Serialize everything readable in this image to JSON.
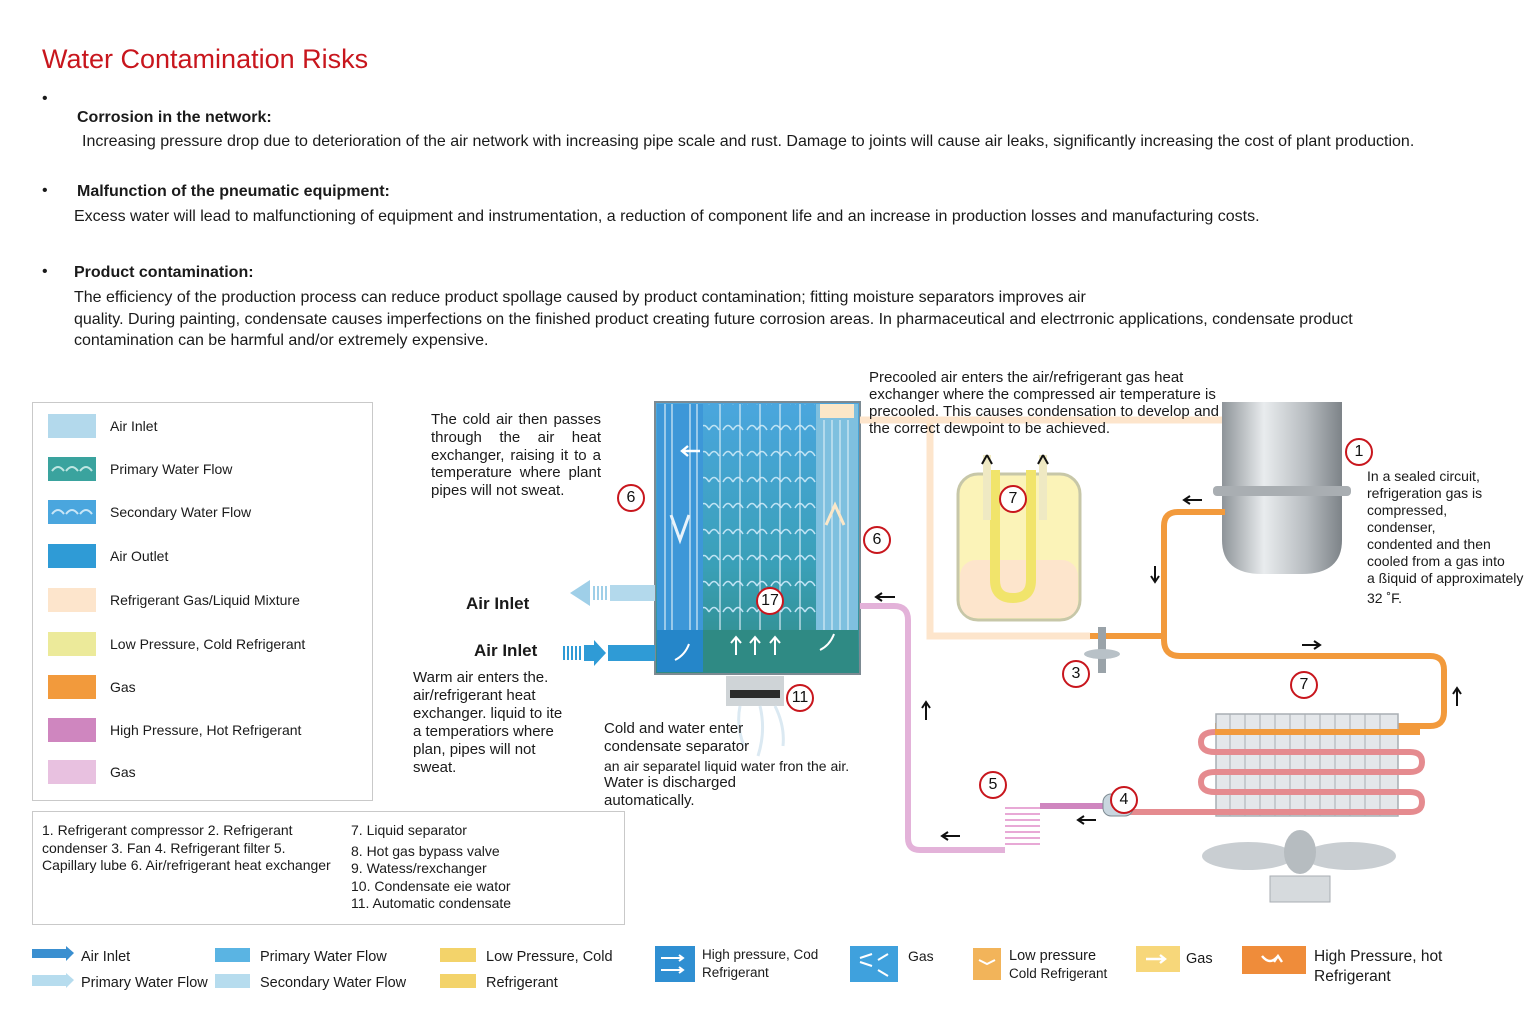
{
  "title": "Water Contamination Risks",
  "risks": [
    {
      "heading": "Corrosion in the network:",
      "body": "Increasing pressure drop due to deterioration of the air network with increasing pipe scale and rust. Damage to joints will cause air leaks, significantly  increasing the cost of plant production."
    },
    {
      "heading": "Malfunction of the pneumatic equipment:",
      "body": "Excess water will lead to malfunctioning of equipment and instrumentation, a reduction of component life and an increase in production losses and manufacturing costs."
    },
    {
      "heading": "Product contamination:",
      "body_lines": [
        "The efficiency of the production process can reduce product spollage caused by product contamination; fitting moisture separators improves air",
        "quality. During painting, condensate causes imperfections on the finished product creating future corrosion areas. In pharmaceutical and electrronic  applications, condensate product",
        "contamination can be harmful and/or extremely expensive."
      ]
    }
  ],
  "legend": [
    {
      "label": "Air Inlet",
      "color": "#b3d9ec"
    },
    {
      "label": "Primary Water Flow",
      "color": "#3aa39e"
    },
    {
      "label": "Secondary Water Flow",
      "color": "#4aa6de"
    },
    {
      "label": "Air Outlet",
      "color": "#2f9bd6"
    },
    {
      "label": "Refrigerant Gas/Liquid Mixture",
      "color": "#fde5cc"
    },
    {
      "label": "Low Pressure, Cold Refrigerant",
      "color": "#ecea9a"
    },
    {
      "label": "Gas",
      "color": "#f29a3c"
    },
    {
      "label": "High Pressure, Hot Refrigerant",
      "color": "#cf86bf"
    },
    {
      "label": "Gas",
      "color": "#e8c1e0"
    }
  ],
  "component_key": {
    "left": "1. Refrigerant compressor  2. Refrigerant condenser  3. Fan   4. Refrigerant filter 5. Capillary lube  6. Air/refrigerant heat exchanger",
    "right": [
      "7. Liquid separator",
      "8. Hot gas bypass valve",
      "9. Watess/rexchanger",
      "10. Condensate eie wator",
      "11. Automatic condensate"
    ]
  },
  "callouts": {
    "cold_air": "The cold air then passes through the air heat exchanger, raising it to a temperature where plant pipes will not sweat.",
    "precooled_lines": [
      "Precooled air enters the air/refrigerant gas heat",
      "exchanger where the compressed air temperature is",
      "precooled. This causes condensation to develop and",
      "the correct dewpoint to be achieved."
    ],
    "sealed_lines": [
      "In a sealed circuit,",
      "refrigeration gas is",
      "compressed,",
      "condenser,",
      "condented and then",
      "cooled from a gas into",
      "a ßiquid of approximately",
      "32 ˚F."
    ],
    "warm_air_lines": [
      "Warm air enters the.",
      "air/refrigerant heat",
      "exchanger. liquid to ite",
      "a temperatiors where",
      "plan, pipes will not",
      "sweat."
    ],
    "separator_lines": [
      "Cold and water enter",
      "condensate separator"
    ],
    "separator_small": "an air separatel liquid water fron the air.",
    "discharge_lines": [
      "Water is discharged",
      "automatically."
    ]
  },
  "air_labels": {
    "top": "Air Inlet",
    "bottom": "Air Inlet"
  },
  "markers": [
    "6",
    "6",
    "17",
    "11",
    "7",
    "1",
    "3",
    "7",
    "5",
    "4"
  ],
  "bottom_legend": [
    {
      "lines": [
        "Air Inlet",
        "Primary Water Flow"
      ],
      "colors": [
        "#3a8fd0",
        "#b6dcee"
      ]
    },
    {
      "lines": [
        "Primary Water Flow",
        "Secondary Water Flow"
      ],
      "colors": [
        "#5ab4e3",
        "#b6dcee"
      ]
    },
    {
      "lines": [
        "Low Pressure, Cold",
        "Refrigerant"
      ],
      "colors": [
        "#f3d36a",
        "#f3d36a"
      ]
    },
    {
      "lines": [
        "High pressure, Cod",
        "Refrigerant"
      ],
      "colors": [
        "#2f8fd2"
      ]
    },
    {
      "lines": [
        "Gas"
      ],
      "colors": [
        "#3fa1dd"
      ]
    },
    {
      "lines": [
        "Low pressure",
        "Cold Refrigerant"
      ],
      "colors": [
        "#f2b45a"
      ]
    },
    {
      "lines": [
        "Gas"
      ],
      "colors": [
        "#f7d77a"
      ]
    },
    {
      "lines": [
        "High Pressure, hot",
        "Refrigerant"
      ],
      "colors": [
        "#ef8c3a"
      ]
    }
  ]
}
